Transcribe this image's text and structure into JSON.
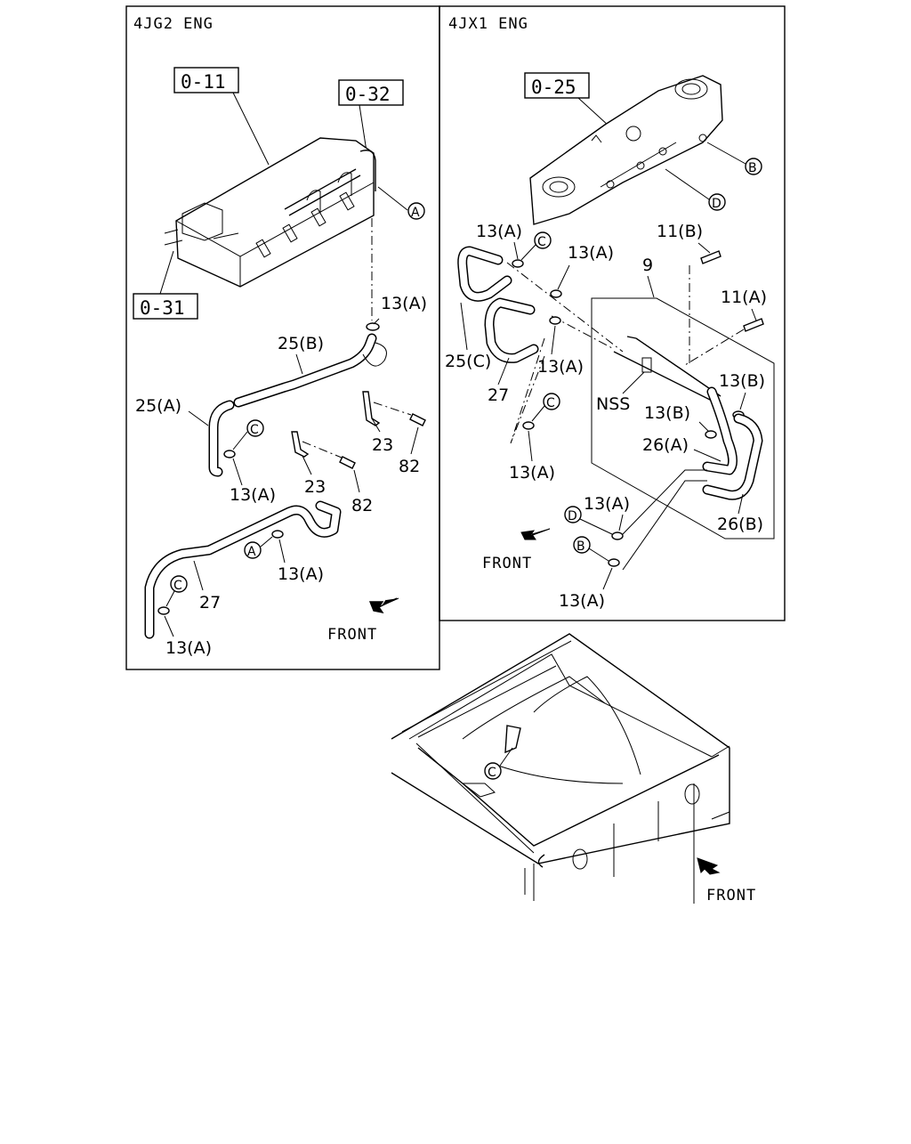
{
  "panels": {
    "left": {
      "header": "4JG2 ENG"
    },
    "right": {
      "header": "4JX1 ENG"
    }
  },
  "ref_boxes": {
    "left_top": "0-11",
    "left_mid": "0-32",
    "left_low": "0-31",
    "right_top": "0-25"
  },
  "circle_refs": {
    "a": "A",
    "b": "B",
    "c": "C",
    "d": "D"
  },
  "labels": {
    "l_13a_1": "13(A)",
    "l_25b": "25(B)",
    "l_25a": "25(A)",
    "l_13a_2": "13(A)",
    "l_23_1": "23",
    "l_82_1": "82",
    "l_23_2": "23",
    "l_82_2": "82",
    "l_13a_3": "13(A)",
    "l_27": "27",
    "l_13a_4": "13(A)",
    "r_13a_1": "13(A)",
    "r_13a_2": "13(A)",
    "r_11b": "11(B)",
    "r_9": "9",
    "r_11a": "11(A)",
    "r_25c": "25(C)",
    "r_13a_3": "13(A)",
    "r_27": "27",
    "r_nss": "NSS",
    "r_13b_1": "13(B)",
    "r_13b_2": "13(B)",
    "r_26a": "26(A)",
    "r_13a_4": "13(A)",
    "r_13a_5": "13(A)",
    "r_26b": "26(B)",
    "r_13a_6": "13(A)"
  },
  "front_labels": {
    "left": "FRONT",
    "right": "FRONT",
    "bottom": "FRONT"
  }
}
